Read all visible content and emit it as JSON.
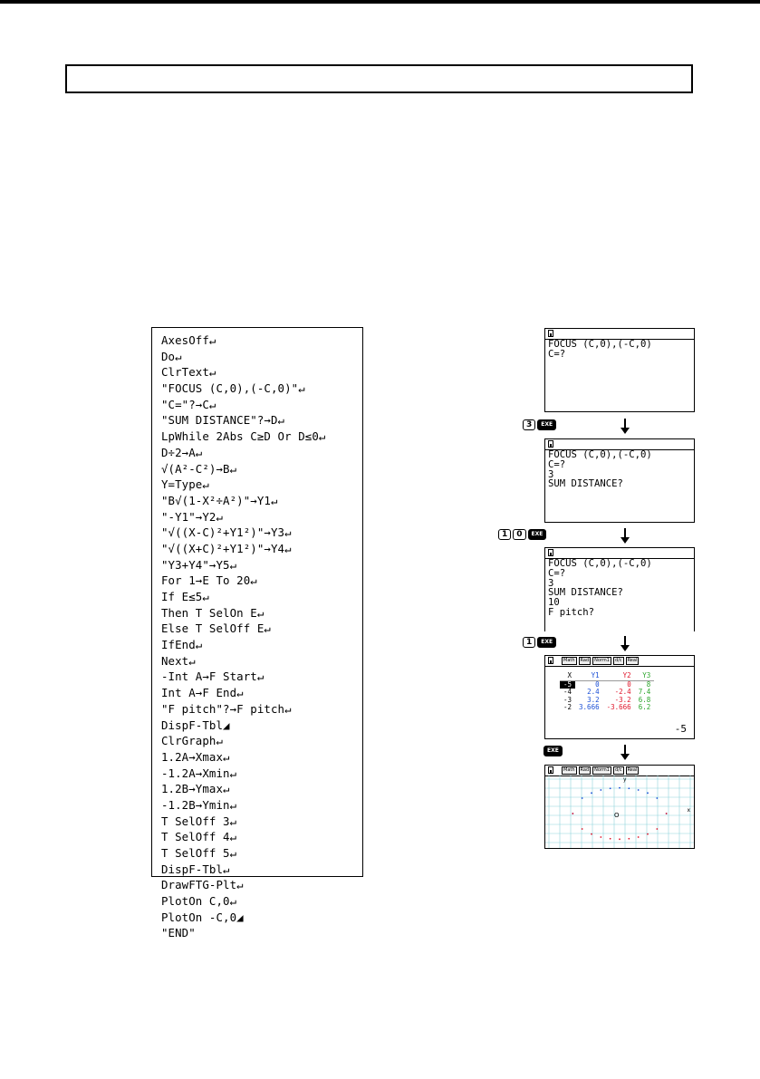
{
  "program": {
    "lines": [
      "AxesOff↵",
      "Do↵",
      "ClrText↵",
      "\"FOCUS (C,0),(-C,0)\"↵",
      "\"C=\"?→C↵",
      "\"SUM DISTANCE\"?→D↵",
      "LpWhile 2Abs C≥D Or D≤0↵",
      "D÷2→A↵",
      "√(A²-C²)→B↵",
      "Y=Type↵",
      "\"B√(1-X²÷A²)\"→Y1↵",
      "\"-Y1\"→Y2↵",
      "\"√((X-C)²+Y1²)\"→Y3↵",
      "\"√((X+C)²+Y1²)\"→Y4↵",
      "\"Y3+Y4\"→Y5↵",
      "For 1→E To 20↵",
      "If E≤5↵",
      "Then T SelOn E↵",
      "Else T SelOff E↵",
      "IfEnd↵",
      "Next↵",
      "-Int A→F Start↵",
      "Int A→F End↵",
      "\"F pitch\"?→F pitch↵",
      "DispF-Tbl◢",
      "ClrGraph↵",
      "1.2A→Xmax↵",
      "-1.2A→Xmin↵",
      "1.2B→Ymax↵",
      "-1.2B→Ymin↵",
      "T SelOff 3↵",
      "T SelOff 4↵",
      "T SelOff 5↵",
      "DispF-Tbl↵",
      "DrawFTG-Plt↵",
      "PlotOn C,0↵",
      "PlotOn -C,0◢",
      "\"END\""
    ]
  },
  "screens": {
    "s1": {
      "text": "FOCUS (C,0),(-C,0)\nC=?"
    },
    "s2": {
      "text": "FOCUS (C,0),(-C,0)\nC=?\n3\nSUM DISTANCE?"
    },
    "s3": {
      "text": "FOCUS (C,0),(-C,0)\nC=?\n3\nSUM DISTANCE?\n10\nF pitch?"
    },
    "s4": {
      "tags": [
        "Math",
        "Rad",
        "Norm1",
        "d/c",
        "Real"
      ],
      "headers": [
        "X",
        "Y1",
        "Y2",
        "Y3"
      ],
      "rows": [
        [
          "-5",
          "0",
          "0",
          "8"
        ],
        [
          "-4",
          "2.4",
          "-2.4",
          "7.4"
        ],
        [
          "-3",
          "3.2",
          "-3.2",
          "6.8"
        ],
        [
          "-2",
          "3.666",
          "-3.666",
          "6.2"
        ]
      ],
      "value": "-5"
    },
    "s5": {
      "tags": [
        "Math",
        "Rad",
        "Norm1",
        "d/c",
        "Real"
      ],
      "axis_x": "x",
      "axis_y": "y",
      "origin": "O"
    }
  },
  "keys": {
    "step1": [
      "3",
      "EXE"
    ],
    "step2": [
      "1",
      "0",
      "EXE"
    ],
    "step3": [
      "1",
      "EXE"
    ],
    "step4": [
      "EXE"
    ]
  },
  "colors": {
    "y1": "#1a4fd6",
    "y2": "#e0162b",
    "y3": "#2aa52a",
    "grid": "#8fd3dc"
  }
}
